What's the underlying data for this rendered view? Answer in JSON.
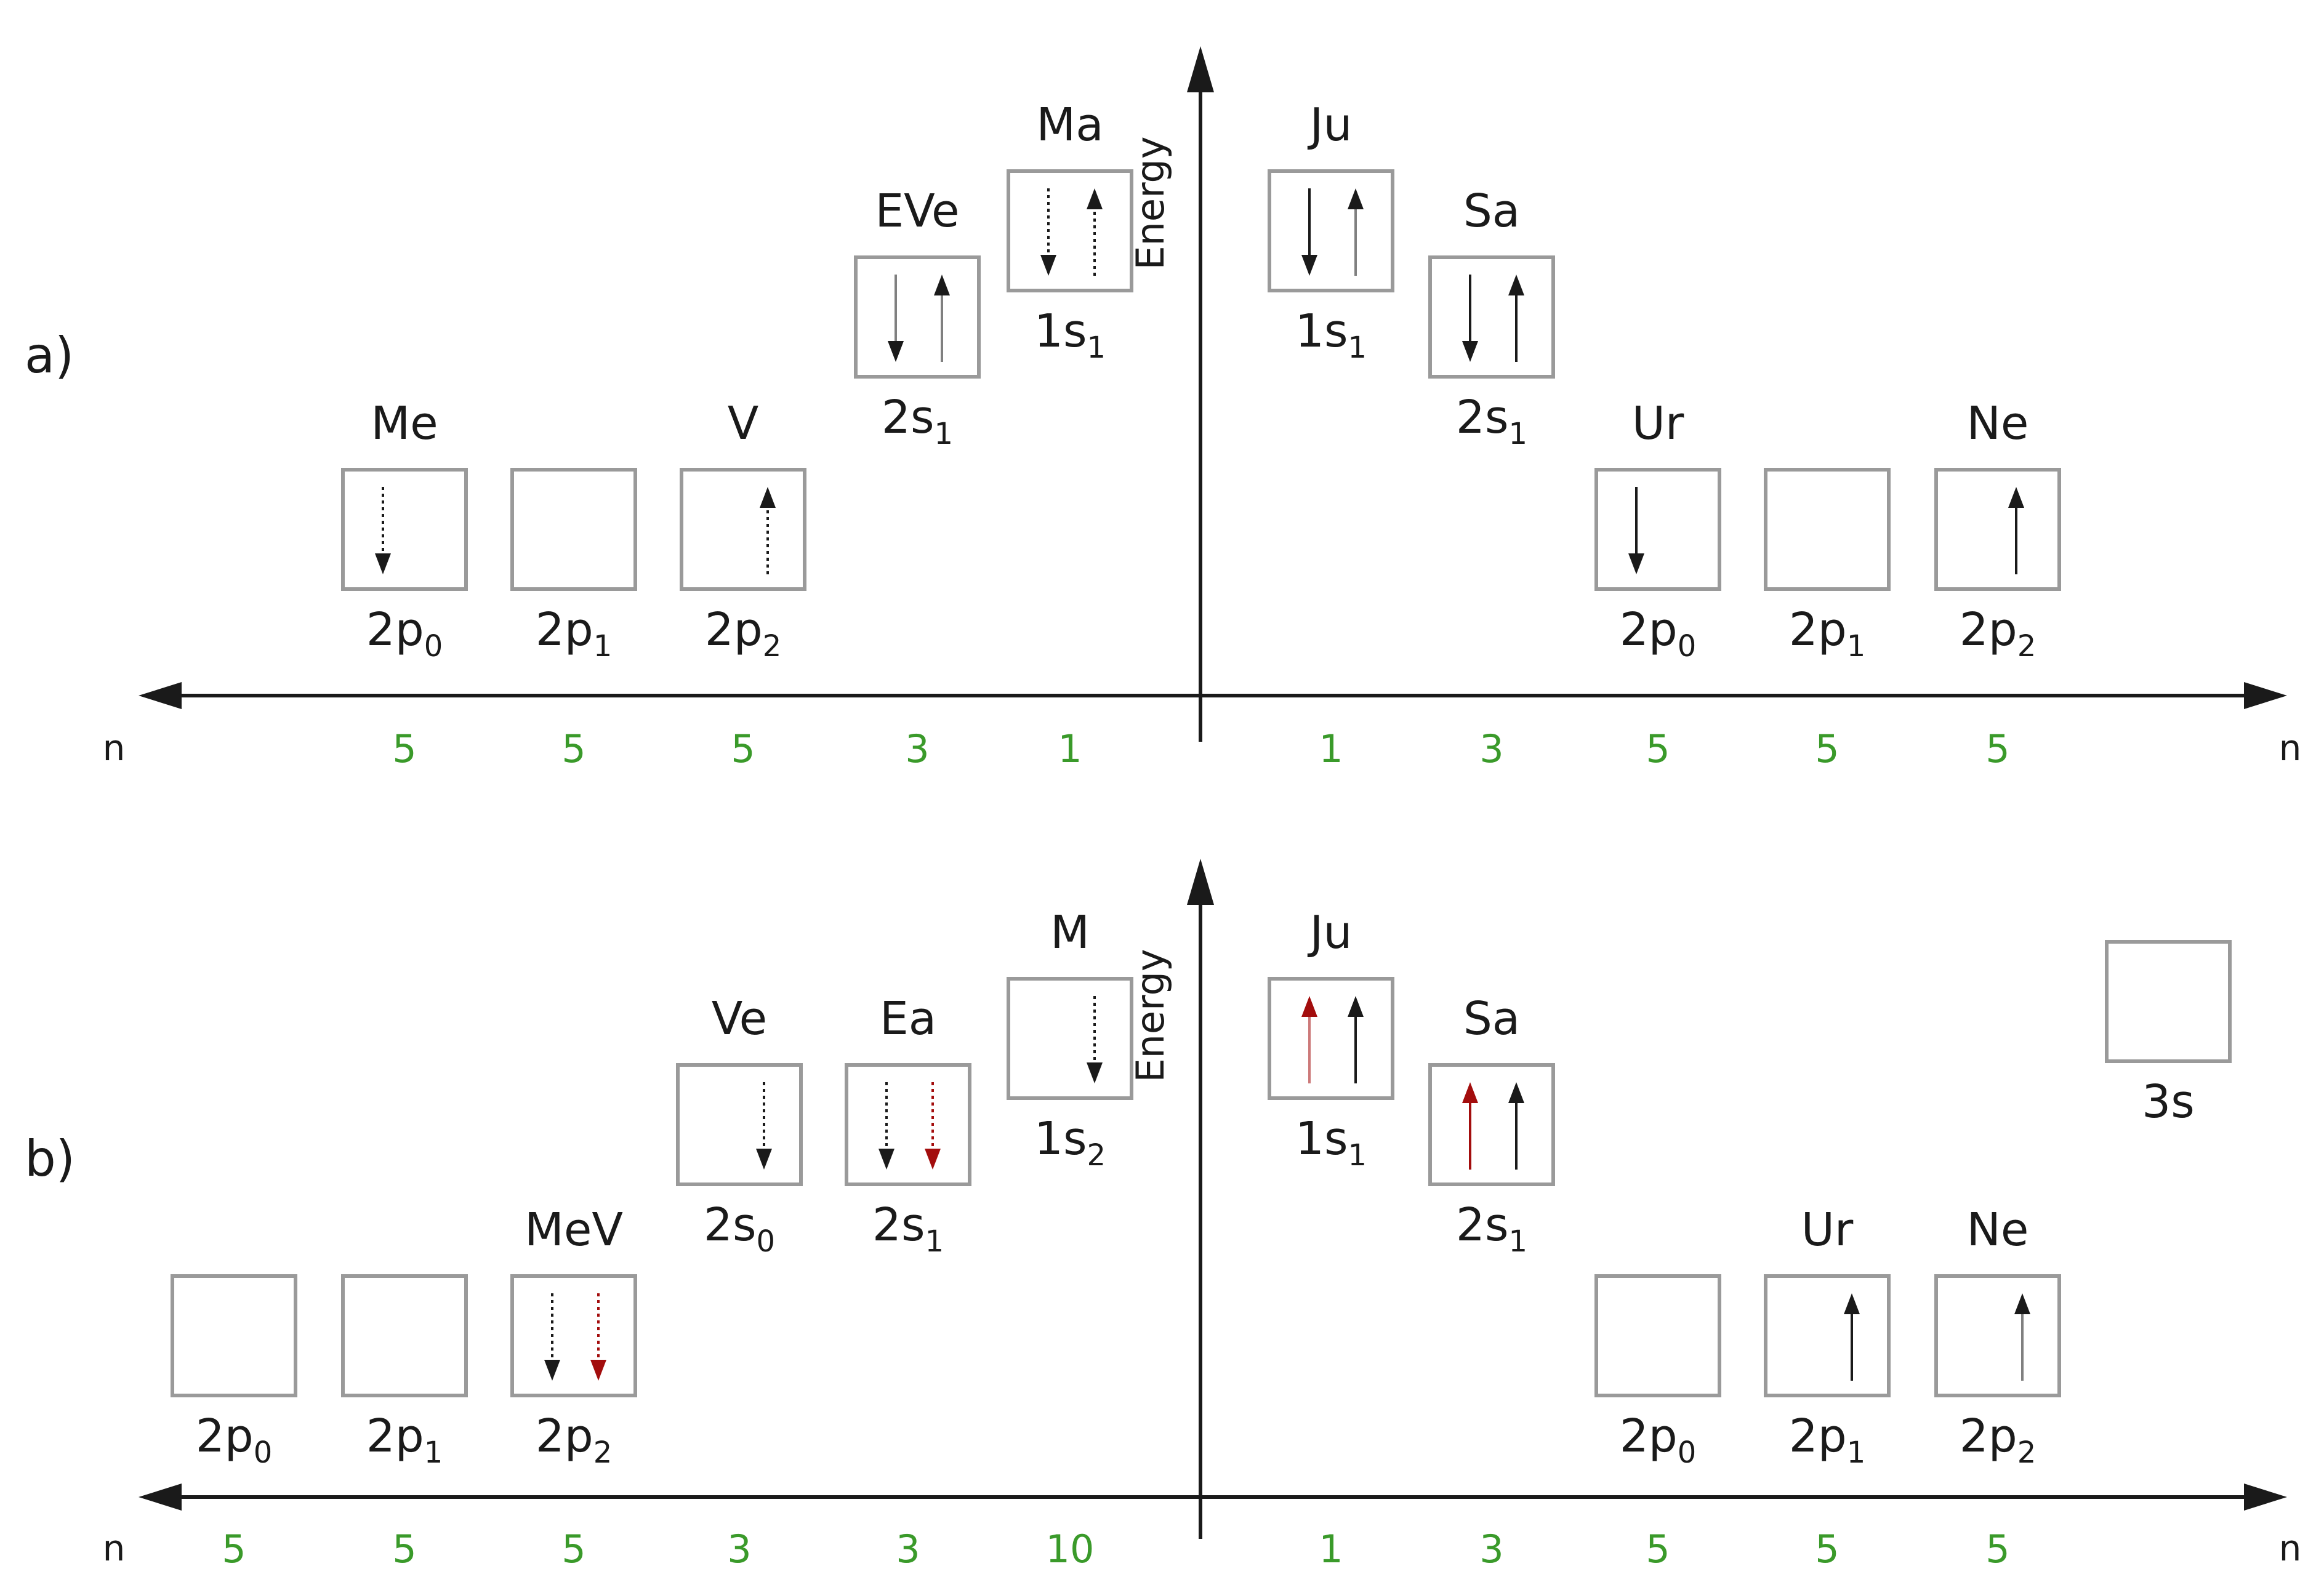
{
  "colors": {
    "black": "#1a1a1a",
    "red": "#a30d0d",
    "count": "#3a9a2a",
    "box_border": "#9a9a9a"
  },
  "panels": [
    {
      "label": "a)",
      "energy_label": "Energy",
      "axis_end_label_left": "n",
      "axis_end_label_right": "n",
      "left": [
        {
          "planet": "Me",
          "orbital": "2p",
          "sub": "0",
          "count": "5",
          "level": 2,
          "electrons": [
            {
              "spin": "down",
              "style": "dotted",
              "color": "black",
              "slot": "left"
            }
          ]
        },
        {
          "planet": "",
          "orbital": "2p",
          "sub": "1",
          "count": "5",
          "level": 2,
          "electrons": []
        },
        {
          "planet": "V",
          "orbital": "2p",
          "sub": "2",
          "count": "5",
          "level": 2,
          "electrons": [
            {
              "spin": "up",
              "style": "dotted",
              "color": "black",
              "slot": "right"
            }
          ]
        },
        {
          "planet": "EVe",
          "orbital": "2s",
          "sub": "1",
          "count": "3",
          "level": 1,
          "electrons": [
            {
              "spin": "down",
              "style": "faded",
              "color": "black",
              "slot": "left"
            },
            {
              "spin": "up",
              "style": "faded",
              "color": "black",
              "slot": "right"
            }
          ]
        },
        {
          "planet": "Ma",
          "orbital": "1s",
          "sub": "1",
          "count": "1",
          "level": 0,
          "electrons": [
            {
              "spin": "down",
              "style": "dotted",
              "color": "black",
              "slot": "left"
            },
            {
              "spin": "up",
              "style": "dotted",
              "color": "black",
              "slot": "right"
            }
          ]
        }
      ],
      "right": [
        {
          "planet": "Ju",
          "orbital": "1s",
          "sub": "1",
          "count": "1",
          "level": 0,
          "electrons": [
            {
              "spin": "down",
              "style": "solid",
              "color": "black",
              "slot": "left"
            },
            {
              "spin": "up",
              "style": "faded",
              "color": "black",
              "slot": "right"
            }
          ]
        },
        {
          "planet": "Sa",
          "orbital": "2s",
          "sub": "1",
          "count": "3",
          "level": 1,
          "electrons": [
            {
              "spin": "down",
              "style": "solid",
              "color": "black",
              "slot": "left"
            },
            {
              "spin": "up",
              "style": "solid",
              "color": "black",
              "slot": "right"
            }
          ]
        },
        {
          "planet": "Ur",
          "orbital": "2p",
          "sub": "0",
          "count": "5",
          "level": 2,
          "electrons": [
            {
              "spin": "down",
              "style": "solid",
              "color": "black",
              "slot": "left"
            }
          ]
        },
        {
          "planet": "",
          "orbital": "2p",
          "sub": "1",
          "count": "5",
          "level": 2,
          "electrons": []
        },
        {
          "planet": "Ne",
          "orbital": "2p",
          "sub": "2",
          "count": "5",
          "level": 2,
          "electrons": [
            {
              "spin": "up",
              "style": "solid",
              "color": "black",
              "slot": "center"
            }
          ]
        }
      ]
    },
    {
      "label": "b)",
      "energy_label": "Energy",
      "axis_end_label_left": "n",
      "axis_end_label_right": "n",
      "left": [
        {
          "planet": "",
          "orbital": "2p",
          "sub": "0",
          "count": "5",
          "level": 2,
          "electrons": []
        },
        {
          "planet": "",
          "orbital": "2p",
          "sub": "1",
          "count": "5",
          "level": 2,
          "electrons": []
        },
        {
          "planet": "MeV",
          "orbital": "2p",
          "sub": "2",
          "count": "5",
          "level": 2,
          "electrons": [
            {
              "spin": "down",
              "style": "dotted",
              "color": "black",
              "slot": "left"
            },
            {
              "spin": "down",
              "style": "dotted",
              "color": "red",
              "slot": "right"
            }
          ]
        },
        {
          "planet": "Ve",
          "orbital": "2s",
          "sub": "0",
          "count": "3",
          "level": 1,
          "electrons": [
            {
              "spin": "down",
              "style": "dotted",
              "color": "black",
              "slot": "right"
            }
          ]
        },
        {
          "planet": "Ea",
          "orbital": "2s",
          "sub": "1",
          "count": "3",
          "level": 1,
          "electrons": [
            {
              "spin": "down",
              "style": "dotted",
              "color": "black",
              "slot": "left"
            },
            {
              "spin": "down",
              "style": "dotted",
              "color": "red",
              "slot": "right"
            }
          ]
        },
        {
          "planet": "M",
          "orbital": "1s",
          "sub": "2",
          "count": "10",
          "level": 0,
          "electrons": [
            {
              "spin": "down",
              "style": "dotted",
              "color": "black",
              "slot": "right"
            }
          ]
        }
      ],
      "right": [
        {
          "planet": "Ju",
          "orbital": "1s",
          "sub": "1",
          "count": "1",
          "level": 0,
          "electrons": [
            {
              "spin": "up",
              "style": "faded",
              "color": "red",
              "slot": "left"
            },
            {
              "spin": "up",
              "style": "solid",
              "color": "black",
              "slot": "right"
            }
          ]
        },
        {
          "planet": "Sa",
          "orbital": "2s",
          "sub": "1",
          "count": "3",
          "level": 1,
          "electrons": [
            {
              "spin": "up",
              "style": "solid",
              "color": "red",
              "slot": "left"
            },
            {
              "spin": "up",
              "style": "solid",
              "color": "black",
              "slot": "right"
            }
          ]
        },
        {
          "planet": "",
          "orbital": "2p",
          "sub": "0",
          "count": "5",
          "level": 2,
          "electrons": []
        },
        {
          "planet": "Ur",
          "orbital": "2p",
          "sub": "1",
          "count": "5",
          "level": 2,
          "electrons": [
            {
              "spin": "up",
              "style": "solid",
              "color": "black",
              "slot": "right"
            }
          ]
        },
        {
          "planet": "Ne",
          "orbital": "2p",
          "sub": "2",
          "count": "5",
          "level": 2,
          "electrons": [
            {
              "spin": "up",
              "style": "faded",
              "color": "black",
              "slot": "right"
            }
          ]
        },
        {
          "planet": "",
          "orbital": "3s",
          "sub": "",
          "count": "",
          "level": 3,
          "electrons": []
        }
      ]
    }
  ]
}
